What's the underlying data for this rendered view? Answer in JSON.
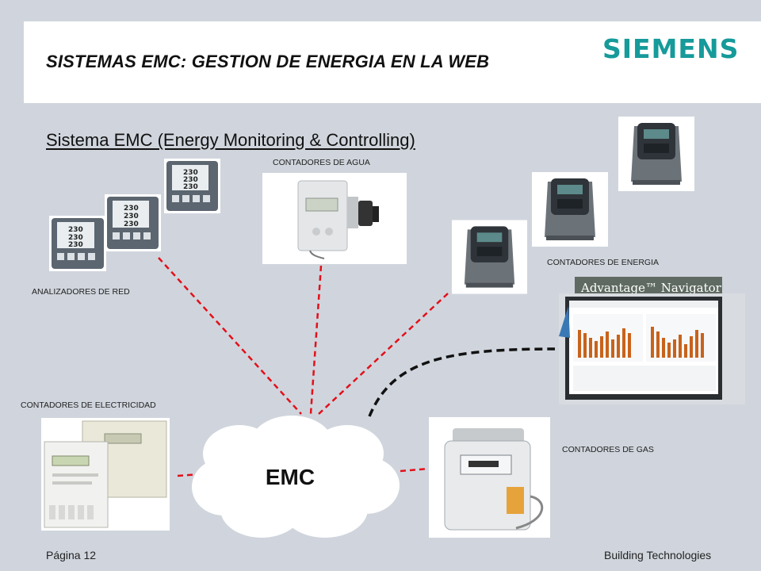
{
  "slide": {
    "title": "SISTEMAS EMC: GESTION DE ENERGIA EN LA WEB",
    "brand": "SIEMENS",
    "subtitle": "Sistema EMC (Energy Monitoring & Controlling)"
  },
  "labels": {
    "water": "CONTADORES DE AGUA",
    "network": "ANALIZADORES DE RED",
    "energy": "CONTADORES DE ENERGIA",
    "electricity": "CONTADORES DE ELECTRICIDAD",
    "gas": "CONTADORES DE GAS"
  },
  "devices": {
    "analyzer_reading": "230",
    "navigator_brand": "Advantage™ Navigator"
  },
  "center": {
    "label": "EMC"
  },
  "footer": {
    "page": "Página 12",
    "org": "Building Technologies"
  },
  "colors": {
    "background": "#d0d5dd",
    "brand": "#169a9a",
    "link_red": "#e3101a",
    "link_black": "#111111"
  }
}
